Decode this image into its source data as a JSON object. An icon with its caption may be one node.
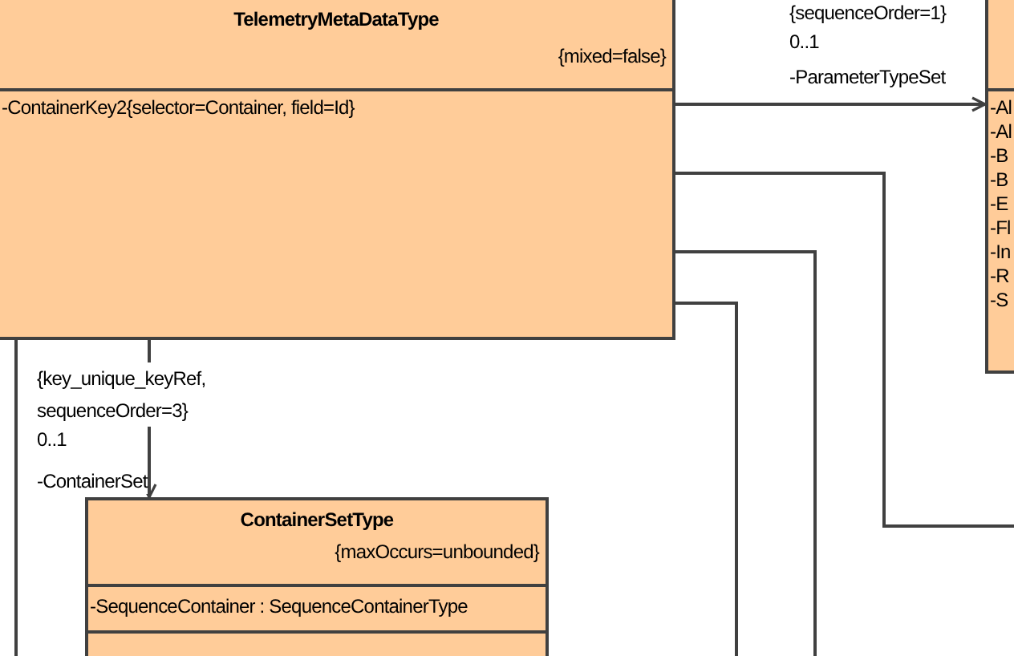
{
  "diagram": {
    "nodes": [
      {
        "text": [
          "TelemetryMetaDataType",
          "{mixed=false}",
          "-ContainerKey2{selector=Container, field=Id}"
        ]
      },
      {
        "text": [
          "-Al",
          "-Al",
          "-B",
          "-B",
          "-E",
          "-Fl",
          "-In",
          "-R",
          "-S"
        ]
      },
      {
        "text": [
          "ContainerSetType",
          "{maxOccurs=unbounded}",
          "-SequenceContainer : SequenceContainerType"
        ]
      }
    ],
    "edges": [
      {
        "from": 0,
        "to": 1,
        "arrow": "to",
        "label": "-ParameterTypeSet"
      },
      {
        "from": 0,
        "to": 2,
        "arrow": "to",
        "label": "-ContainerSet"
      },
      {
        "from": 0,
        "to": null,
        "arrow": "none"
      },
      {
        "from": 0,
        "to": null,
        "arrow": "none"
      },
      {
        "from": 0,
        "to": null,
        "arrow": "none"
      },
      {
        "from": 0,
        "to": null,
        "arrow": "none"
      }
    ],
    "labels": [
      "{sequenceOrder=1}",
      "0..1",
      "{key_unique_keyRef, sequenceOrder=3}",
      "0..1"
    ]
  }
}
